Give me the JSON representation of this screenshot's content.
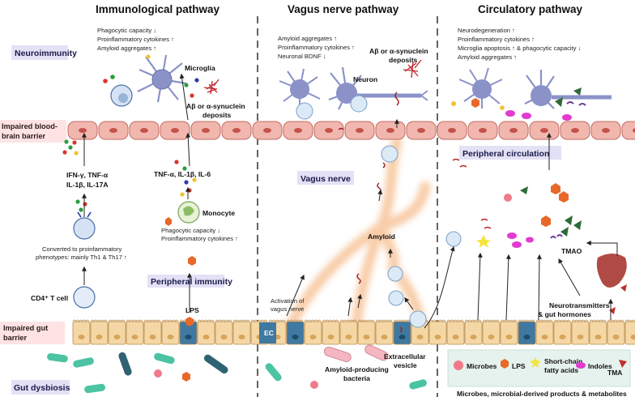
{
  "headers": {
    "immunological": "Immunological pathway",
    "vagus": "Vagus nerve pathway",
    "circulatory": "Circulatory pathway"
  },
  "left_labels": {
    "neuroimmunity": "Neuroimmunity",
    "bbb_line1": "Impaired blood-",
    "bbb_line2": "brain barrier",
    "gut_barrier_line1": "Impaired gut",
    "gut_barrier_line2": "barrier",
    "gut_dysbiosis": "Gut dysbiosis"
  },
  "immuno": {
    "effects": [
      "Phagocytic capacity ↓",
      "Proinflammatory cytokines ↑",
      "Amyloid aggregates ↑"
    ],
    "microglia": "Microglia",
    "deposits_line1": "Aβ or α-synuclein",
    "deposits_line2": "deposits",
    "cytokines_a_line1": "IFN-γ, TNF-α",
    "cytokines_a_line2": "IL-1β, IL-17A",
    "cytokines_b": "TNF-α, IL-1β, IL-6",
    "monocyte": "Monocyte",
    "monocyte_effects": [
      "Phagocytic capacity ↓",
      "Proinflammatory cytokines ↑"
    ],
    "converted_line1": "Converted to proinfammatory",
    "converted_line2": "phenotypes: mainly Th1 & Th17 ↑",
    "cd4": "CD4⁺ T cell",
    "peripheral_immunity": "Peripheral immunity",
    "lps": "LPS"
  },
  "vagus": {
    "effects": [
      "Amyloid aggregates ↑",
      "Proinflammatory cytokines ↑",
      "Neuronal BDNF ↓"
    ],
    "deposits_line1": "Aβ or α-synuclein",
    "deposits_line2": "deposits",
    "neuron": "Neuron",
    "vagus_nerve": "Vagus nerve",
    "amyloid": "Amyloid",
    "activation_line1": "Activation of",
    "activation_line2": "vagus nerve",
    "ec": "EC",
    "amyloid_bacteria_line1": "Amyloid-producing",
    "amyloid_bacteria_line2": "bacteria",
    "vesicle_line1": "Extracellular",
    "vesicle_line2": "vesicle"
  },
  "circulatory": {
    "effects": [
      "Neurodegeneration ↑",
      "Proinflammatory cytokines ↑",
      "Microglia apoptosis ↑ & phagocytic capacity ↓",
      "Amyloid aggregates ↑"
    ],
    "peripheral_circulation": "Peripheral circulation",
    "tmao": "TMAO",
    "neuro_line1": "Neurotransmitters",
    "neuro_line2": "& gut hormones"
  },
  "legend": {
    "microbes": "Microbes",
    "lps": "LPS",
    "scfa_line1": "Short-chain",
    "scfa_line2": "fatty acids",
    "indoles": "Indoles",
    "tma": "TMA",
    "caption": "Microbes, microbial-derived products & metabolites"
  },
  "colors": {
    "bbb_cell": "#f1b7ae",
    "gut_cell": "#f5d7a6",
    "microglia": "#8a92c8",
    "nerve": "#f8c9a0",
    "label_bg": "#e3e1f5",
    "lps": "#e8682a"
  }
}
